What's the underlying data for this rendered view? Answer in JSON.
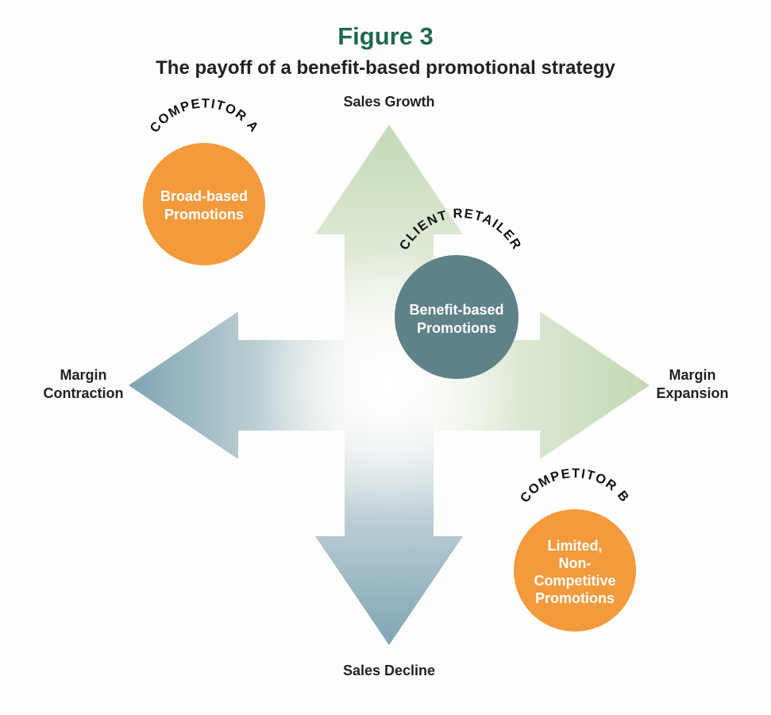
{
  "figure": {
    "title": "Figure 3",
    "subtitle": "The payoff of a benefit-based promotional strategy"
  },
  "axes": {
    "top": "Sales Growth",
    "bottom": "Sales Decline",
    "left": "Margin\nContraction",
    "right": "Margin\nExpansion"
  },
  "entities": {
    "competitor_a": {
      "arc_label": "COMPETITOR A",
      "lines": [
        "Broad-based",
        "Promotions"
      ],
      "color": "#f39a3c"
    },
    "client_retailer": {
      "arc_label": "CLIENT RETAILER",
      "lines": [
        "Benefit-based",
        "Promotions"
      ],
      "color": "#5f8188"
    },
    "competitor_b": {
      "arc_label": "COMPETITOR B",
      "lines": [
        "Limited,",
        "Non-",
        "Competitive",
        "Promotions"
      ],
      "color": "#f39a3c"
    }
  },
  "colors": {
    "title": "#1e6a4f",
    "arrow_green": "#c9dcbd",
    "arrow_blue": "#7ea4b3"
  }
}
